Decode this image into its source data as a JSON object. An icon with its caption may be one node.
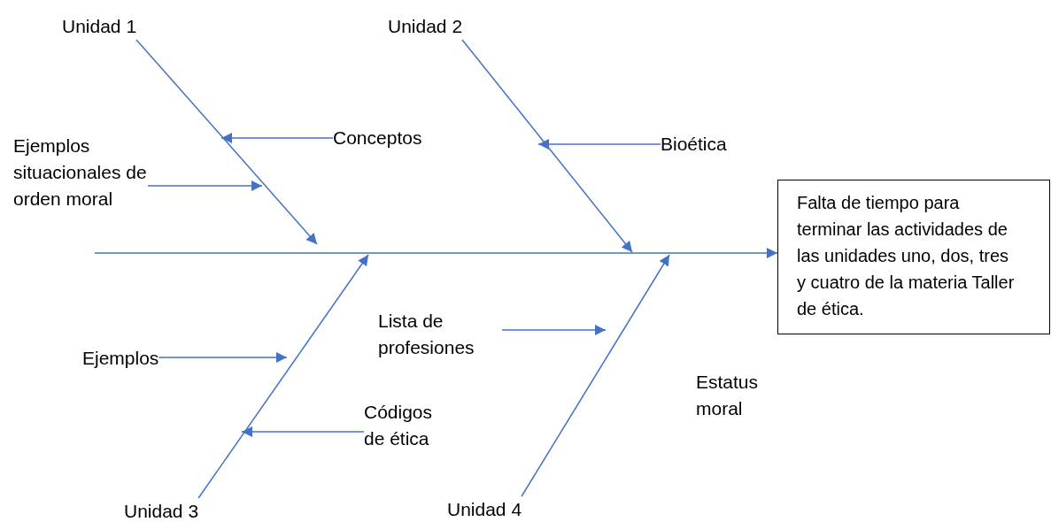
{
  "diagram": {
    "nodes": [
      {
        "text": [
          "Unidad 1"
        ]
      },
      {
        "text": [
          "Unidad 2"
        ]
      },
      {
        "text": [
          "Conceptos"
        ]
      },
      {
        "text": [
          "Bioética"
        ]
      },
      {
        "text": [
          "Ejemplos situacionales de orden moral"
        ]
      },
      {
        "text": [
          "Falta de tiempo para terminar las actividades de las unidades uno, dos, tres y cuatro de la materia Taller de ética."
        ]
      },
      {
        "text": [
          "Lista de profesiones"
        ]
      },
      {
        "text": [
          "Ejemplos"
        ]
      },
      {
        "text": [
          "Códigos de ética"
        ]
      },
      {
        "text": [
          "Unidad 3"
        ]
      },
      {
        "text": [
          "Unidad 4"
        ]
      }
    ],
    "edges": [
      {
        "from": null,
        "to": 5,
        "arrow": "to"
      },
      {
        "from": 0,
        "to": null,
        "arrow": "to"
      },
      {
        "from": 1,
        "to": null,
        "arrow": "to"
      },
      {
        "from": 9,
        "to": null,
        "arrow": "to"
      },
      {
        "from": 10,
        "to": null,
        "arrow": "to"
      },
      {
        "from": 2,
        "to": null,
        "arrow": "to"
      },
      {
        "from": 4,
        "to": null,
        "arrow": "to"
      },
      {
        "from": 3,
        "to": null,
        "arrow": "to"
      },
      {
        "from": 6,
        "to": null,
        "arrow": "to"
      },
      {
        "from": 7,
        "to": null,
        "arrow": "to"
      },
      {
        "from": 8,
        "to": null,
        "arrow": "to"
      }
    ],
    "labels": [
      "Estatus moral"
    ]
  }
}
